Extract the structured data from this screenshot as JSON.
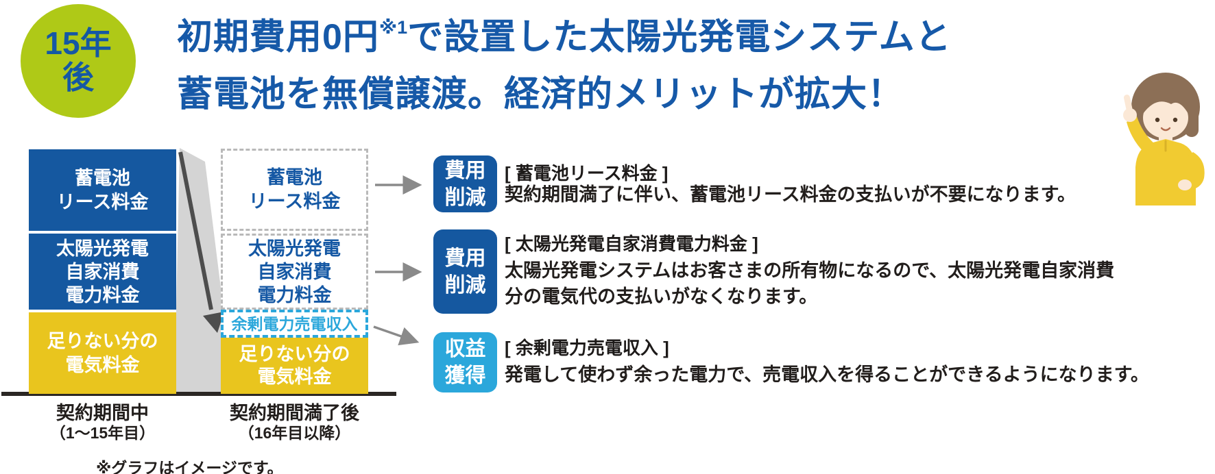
{
  "badge": {
    "top": "15年",
    "bottom": "後"
  },
  "headline": {
    "line1_main": "初期費用0円",
    "line1_sup": "※1",
    "line1_rest": "で設置した太陽光発電システムと",
    "line2": "蓄電池を無償譲渡。経済的メリットが拡大！"
  },
  "chart": {
    "type": "stacked-bar-concept",
    "note": "※グラフはイメージです。",
    "left_bar": {
      "label": "契約期間中",
      "sublabel": "（1〜15年目）",
      "segments": [
        {
          "style": "blue-solid",
          "lines": [
            "蓄電池",
            "リース料金"
          ]
        },
        {
          "style": "blue-solid",
          "lines": [
            "太陽光発電",
            "自家消費",
            "電力料金"
          ]
        },
        {
          "style": "yellow-solid",
          "lines": [
            "足りない分の",
            "電気料金"
          ]
        }
      ]
    },
    "right_bar": {
      "label": "契約期間満了後",
      "sublabel": "（16年目以降）",
      "segments": [
        {
          "style": "dash-gray",
          "lines": [
            "蓄電池",
            "リース料金"
          ]
        },
        {
          "style": "dash-gray",
          "lines": [
            "太陽光発電",
            "自家消費",
            "電力料金"
          ]
        },
        {
          "style": "dash-cyan",
          "lines": [
            "余剰電力売電収入"
          ]
        },
        {
          "style": "yellow-solid",
          "lines": [
            "足りない分の",
            "電気料金"
          ]
        }
      ]
    }
  },
  "benefits": [
    {
      "badge_type": "blue",
      "badge_lines": [
        "費用",
        "削減"
      ],
      "title": "[ 蓄電池リース料金 ]",
      "body_lines": [
        "契約期間満了に伴い、蓄電池リース料金の支払いが不要になります。"
      ]
    },
    {
      "badge_type": "blue",
      "badge_lines": [
        "費用",
        "削減"
      ],
      "title": "[ 太陽光発電自家消費電力料金 ]",
      "body_lines": [
        "太陽光発電システムはお客さまの所有物になるので、太陽光発電自家消費",
        "分の電気代の支払いがなくなります。"
      ]
    },
    {
      "badge_type": "cyan",
      "badge_lines": [
        "収益",
        "獲得"
      ],
      "title": "[ 余剰電力売電収入 ]",
      "body_lines": [
        "発電して使わず余った電力で、売電収入を得ることができるようになります。"
      ]
    }
  ],
  "colors": {
    "blue": "#1558A0",
    "headline_blue": "#1659A8",
    "yellow": "#E9C51E",
    "cyan": "#2BA7DB",
    "green": "#AFC917",
    "gray_band": "#D4D4D4",
    "dark_arrow": "#4D4D4D",
    "connector_gray": "#8A8A8A"
  }
}
